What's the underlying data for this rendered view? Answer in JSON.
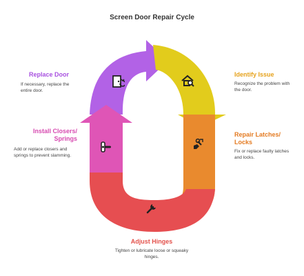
{
  "title": "Screen Door Repair Cycle",
  "colors": {
    "purple": "#b262e6",
    "yellow": "#e2cc1c",
    "orange": "#e98a2e",
    "red": "#e64e51",
    "pink": "#df55b6"
  },
  "stages": [
    {
      "title": "Identify Issue",
      "description": "Recognize the problem with the door.",
      "color": "#e6a21c",
      "icon": "house-search-icon"
    },
    {
      "title": "Repair Latches/ Locks",
      "description": "Fix or replace faulty latches and locks.",
      "color": "#e47b22",
      "icon": "hand-wrench-icon"
    },
    {
      "title": "Adjust Hinges",
      "description": "Tighten or lubricate loose or squeaky hinges.",
      "color": "#e3514b",
      "icon": "wrench-icon"
    },
    {
      "title": "Install Closers/ Springs",
      "description": "Add or replace closers and springs to prevent slamming.",
      "color": "#d74ab0",
      "icon": "door-handle-icon"
    },
    {
      "title": "Replace Door",
      "description": "If necessary, replace the entire door.",
      "color": "#a851e0",
      "icon": "door-replace-icon"
    }
  ]
}
